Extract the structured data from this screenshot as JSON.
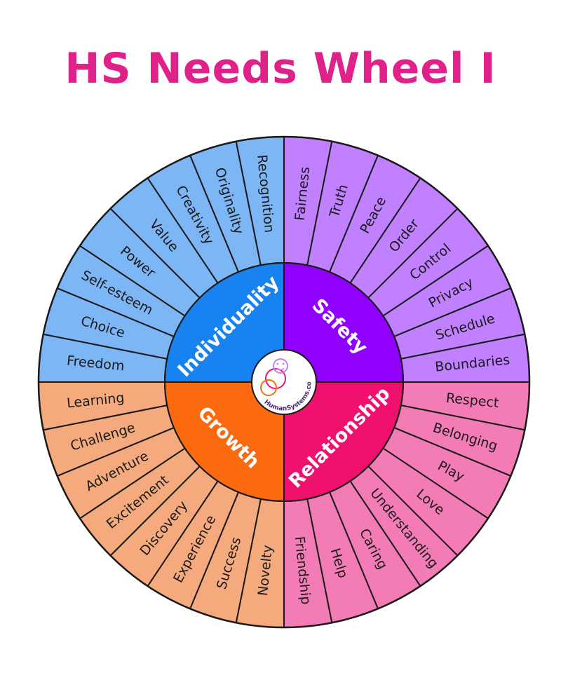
{
  "title": "HS Needs Wheel I",
  "logo": {
    "text": "HumanSystems.co"
  },
  "colors": {
    "title": "#e0218a",
    "outline": "#1a1a1a",
    "center": "#ffffff"
  },
  "categories": [
    {
      "name": "Safety",
      "inner_color": "#8f00ff",
      "outer_color": "#c080ff",
      "needs": [
        "Fairness",
        "Truth",
        "Peace",
        "Order",
        "Control",
        "Privacy",
        "Schedule",
        "Boundaries"
      ]
    },
    {
      "name": "Relationship",
      "inner_color": "#f0106e",
      "outer_color": "#f47cb6",
      "needs": [
        "Respect",
        "Belonging",
        "Play",
        "Love",
        "Understanding",
        "Caring",
        "Help",
        "Friendship"
      ]
    },
    {
      "name": "Growth",
      "inner_color": "#fb6a0e",
      "outer_color": "#f5aa7e",
      "needs": [
        "Novelty",
        "Success",
        "Experience",
        "Discovery",
        "Excitement",
        "Adventure",
        "Challenge",
        "Learning"
      ]
    },
    {
      "name": "Individuality",
      "inner_color": "#1882f0",
      "outer_color": "#7cb6f5",
      "needs": [
        "Freedom",
        "Choice",
        "Self-esteem",
        "Power",
        "Value",
        "Creativity",
        "Originality",
        "Recognition"
      ]
    }
  ]
}
